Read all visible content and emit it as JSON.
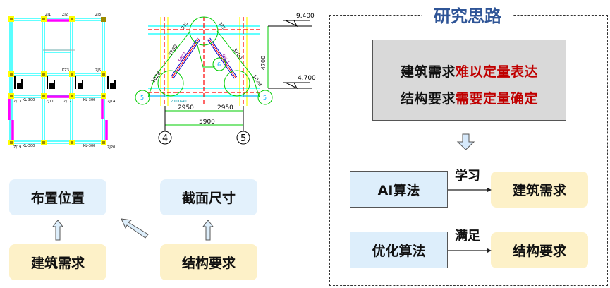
{
  "plan_drawing": {
    "labels_top": [
      "ZJ1",
      "ZJ2",
      "ZJ3"
    ],
    "labels_mid": [
      "KZ3",
      "ZJ5"
    ],
    "labels_bottom_row1": [
      "ZJ13",
      "KL-300",
      "ZJ11",
      "ZJ12",
      "KL-300",
      "ZJ14"
    ],
    "labels_bottom_row2": [
      "ZJ19",
      "KL-300",
      "KL-300",
      "ZJ20"
    ]
  },
  "elevation_drawing": {
    "elevation_top": "9.400",
    "elevation_bottom": "4.700",
    "height_dim": "4700",
    "brace_length_left": "3700",
    "brace_length_right": "3700",
    "end_dim_left": "1028",
    "end_dim_right": "1028",
    "top_dim_left": "325",
    "top_dim_right": "325",
    "brace_tag_left": "SRC1",
    "brace_tag_right": "SRC1",
    "beam_tag": "200X640",
    "half_span_left": "2950",
    "half_span_right": "2950",
    "total_span": "5900",
    "axis_left": "4",
    "axis_right": "5",
    "detail_tag_left": "5",
    "detail_tag_right": "5",
    "detail_tag_center": "6"
  },
  "left_flow": {
    "top_left": "布置位置",
    "top_right": "截面尺寸",
    "bottom_left": "建筑需求",
    "bottom_right": "结构要求"
  },
  "research": {
    "title": "研究思路",
    "line1_black": "建筑需求",
    "line1_red": "难以定量表达",
    "line2_black": "结构要求",
    "line2_red": "需要定量确定",
    "row1_left": "AI算法",
    "row1_arrow": "学习",
    "row1_right": "建筑需求",
    "row2_left": "优化算法",
    "row2_arrow": "满足",
    "row2_right": "结构要求"
  },
  "colors": {
    "title_blue": "#2f5597",
    "emphasis_red": "#c00000",
    "soft_blue": "#e3f1fc",
    "soft_yellow": "#fdf1c8",
    "grey_panel": "#d9d9d9",
    "cad_cyan": "#00ffff",
    "cad_magenta": "#ff00ff",
    "cad_green": "#00cc00",
    "cad_red": "#ff0000"
  }
}
